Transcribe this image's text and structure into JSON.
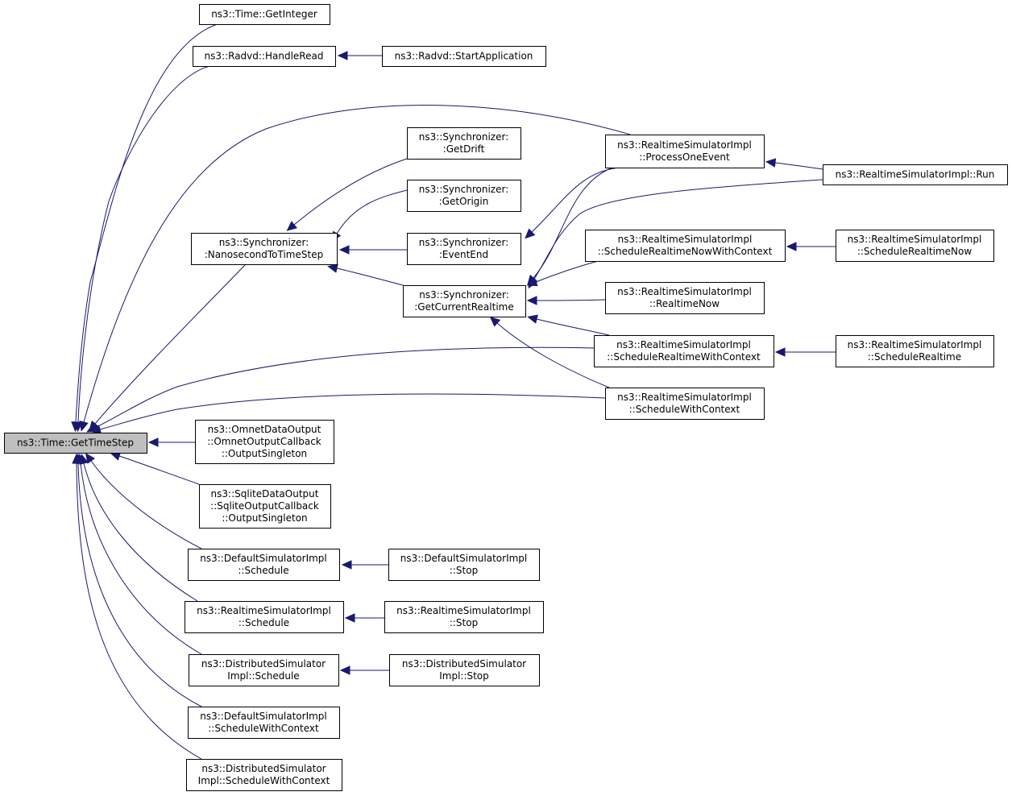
{
  "diagram": {
    "root": {
      "id": "gettimestep",
      "lines": [
        "ns3::Time::GetTimeStep"
      ]
    },
    "nodes": [
      {
        "id": "getinteger",
        "lines": [
          "ns3::Time::GetInteger"
        ]
      },
      {
        "id": "radvd_handleread",
        "lines": [
          "ns3::Radvd::HandleRead"
        ]
      },
      {
        "id": "radvd_startapp",
        "lines": [
          "ns3::Radvd::StartApplication"
        ]
      },
      {
        "id": "sync_getdrift",
        "lines": [
          "ns3::Synchronizer:",
          ":GetDrift"
        ]
      },
      {
        "id": "sync_getorigin",
        "lines": [
          "ns3::Synchronizer:",
          ":GetOrigin"
        ]
      },
      {
        "id": "sync_nanotots",
        "lines": [
          "ns3::Synchronizer:",
          ":NanosecondToTimeStep"
        ]
      },
      {
        "id": "sync_eventend",
        "lines": [
          "ns3::Synchronizer:",
          ":EventEnd"
        ]
      },
      {
        "id": "sync_getcurrent",
        "lines": [
          "ns3::Synchronizer:",
          ":GetCurrentRealtime"
        ]
      },
      {
        "id": "rt_processone",
        "lines": [
          "ns3::RealtimeSimulatorImpl",
          "::ProcessOneEvent"
        ]
      },
      {
        "id": "rt_run",
        "lines": [
          "ns3::RealtimeSimulatorImpl::Run"
        ]
      },
      {
        "id": "rt_schednowctx",
        "lines": [
          "ns3::RealtimeSimulatorImpl",
          "::ScheduleRealtimeNowWithContext"
        ]
      },
      {
        "id": "rt_schednow",
        "lines": [
          "ns3::RealtimeSimulatorImpl",
          "::ScheduleRealtimeNow"
        ]
      },
      {
        "id": "rt_realtimenow",
        "lines": [
          "ns3::RealtimeSimulatorImpl",
          "::RealtimeNow"
        ]
      },
      {
        "id": "rt_schedrtctx",
        "lines": [
          "ns3::RealtimeSimulatorImpl",
          "::ScheduleRealtimeWithContext"
        ]
      },
      {
        "id": "rt_schedrt",
        "lines": [
          "ns3::RealtimeSimulatorImpl",
          "::ScheduleRealtime"
        ]
      },
      {
        "id": "rt_schedctx",
        "lines": [
          "ns3::RealtimeSimulatorImpl",
          "::ScheduleWithContext"
        ]
      },
      {
        "id": "omnet",
        "lines": [
          "ns3::OmnetDataOutput",
          "::OmnetOutputCallback",
          "::OutputSingleton"
        ]
      },
      {
        "id": "sqlite",
        "lines": [
          "ns3::SqliteDataOutput",
          "::SqliteOutputCallback",
          "::OutputSingleton"
        ]
      },
      {
        "id": "def_schedule",
        "lines": [
          "ns3::DefaultSimulatorImpl",
          "::Schedule"
        ]
      },
      {
        "id": "def_stop",
        "lines": [
          "ns3::DefaultSimulatorImpl",
          "::Stop"
        ]
      },
      {
        "id": "rt_schedule",
        "lines": [
          "ns3::RealtimeSimulatorImpl",
          "::Schedule"
        ]
      },
      {
        "id": "rt_stop",
        "lines": [
          "ns3::RealtimeSimulatorImpl",
          "::Stop"
        ]
      },
      {
        "id": "dist_schedule",
        "lines": [
          "ns3::DistributedSimulator",
          "Impl::Schedule"
        ]
      },
      {
        "id": "dist_stop",
        "lines": [
          "ns3::DistributedSimulator",
          "Impl::Stop"
        ]
      },
      {
        "id": "def_schedctx",
        "lines": [
          "ns3::DefaultSimulatorImpl",
          "::ScheduleWithContext"
        ]
      },
      {
        "id": "dist_schedctx",
        "lines": [
          "ns3::DistributedSimulator",
          "Impl::ScheduleWithContext"
        ]
      }
    ],
    "edges": [
      {
        "from": "getinteger",
        "to": "gettimestep"
      },
      {
        "from": "radvd_handleread",
        "to": "gettimestep"
      },
      {
        "from": "radvd_startapp",
        "to": "radvd_handleread"
      },
      {
        "from": "rt_processone",
        "to": "gettimestep"
      },
      {
        "from": "rt_run",
        "to": "rt_processone"
      },
      {
        "from": "sync_getdrift",
        "to": "sync_nanotots"
      },
      {
        "from": "sync_getorigin",
        "to": "sync_nanotots"
      },
      {
        "from": "sync_eventend",
        "to": "sync_nanotots"
      },
      {
        "from": "sync_getcurrent",
        "to": "sync_nanotots"
      },
      {
        "from": "sync_nanotots",
        "to": "gettimestep"
      },
      {
        "from": "rt_processone",
        "to": "sync_eventend"
      },
      {
        "from": "rt_processone",
        "to": "sync_getcurrent"
      },
      {
        "from": "rt_run",
        "to": "sync_getcurrent"
      },
      {
        "from": "rt_schednowctx",
        "to": "sync_getcurrent"
      },
      {
        "from": "rt_realtimenow",
        "to": "sync_getcurrent"
      },
      {
        "from": "rt_schedrtctx",
        "to": "sync_getcurrent"
      },
      {
        "from": "rt_schedctx",
        "to": "sync_getcurrent"
      },
      {
        "from": "rt_schednow",
        "to": "rt_schednowctx"
      },
      {
        "from": "rt_schedrt",
        "to": "rt_schedrtctx"
      },
      {
        "from": "rt_schedrtctx",
        "to": "gettimestep"
      },
      {
        "from": "rt_schedctx",
        "to": "gettimestep"
      },
      {
        "from": "omnet",
        "to": "gettimestep"
      },
      {
        "from": "sqlite",
        "to": "gettimestep"
      },
      {
        "from": "def_schedule",
        "to": "gettimestep"
      },
      {
        "from": "def_stop",
        "to": "def_schedule"
      },
      {
        "from": "rt_schedule",
        "to": "gettimestep"
      },
      {
        "from": "rt_stop",
        "to": "rt_schedule"
      },
      {
        "from": "dist_schedule",
        "to": "gettimestep"
      },
      {
        "from": "dist_stop",
        "to": "dist_schedule"
      },
      {
        "from": "def_schedctx",
        "to": "gettimestep"
      },
      {
        "from": "dist_schedctx",
        "to": "gettimestep"
      }
    ]
  }
}
